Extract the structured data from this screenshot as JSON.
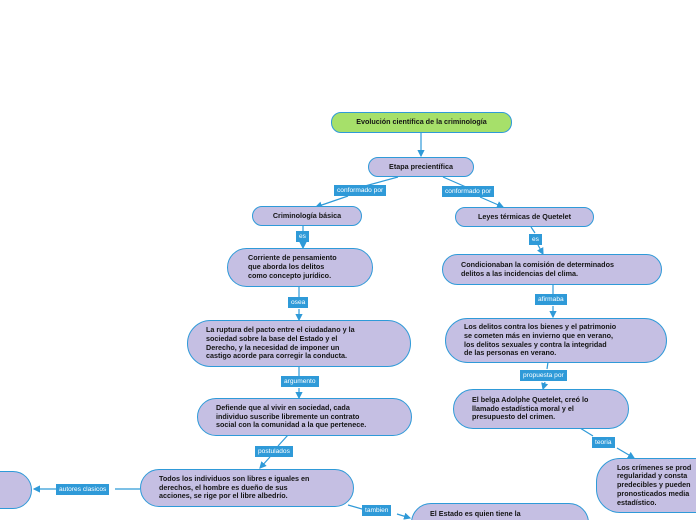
{
  "diagram": {
    "root": "Evolución científica de la criminología",
    "etapa": "Etapa precientífica",
    "criminologia_basica": "Criminología básica",
    "leyes_termicas": "Leyes térmicas de Quetelet",
    "corriente": "Corriente de pensamiento\nque aborda los delitos\ncomo concepto jurídico.",
    "ruptura": "La ruptura del pacto entre el ciudadano y la\nsociedad sobre la base del Estado y el\nDerecho, y la necesidad de imponer un\ncastigo acorde para corregir la conducta.",
    "defiende": "Defiende que al vivir en sociedad, cada\nindividuo suscribe libremente un contrato\nsocial con la comunidad a la que pertenece.",
    "todos": "Todos los individuos son libres e iguales en\nderechos, el hombre es dueño de sus\nacciones, se rige por el libre albedrío.",
    "estado": "El Estado es quien tiene la",
    "condicionaban": "Condicionaban la comisión de determinados\ndelitos a las incidencias del clima.",
    "delitos": "Los delitos contra los bienes y el patrimonio\nse cometen más en invierno que en verano,\nlos delitos sexuales y contra la integridad\nde las personas en verano.",
    "belga": "El belga Adolphe Quetelet, creó lo\nllamado estadística moral y el\npresupuesto del crimen.",
    "crimenes": "Los crímenes se prod\nregularidad y consta\npredecibles y pueden\npronosticados media\nestadístico."
  },
  "labels": {
    "conformado1": "conformado por",
    "conformado2": "conformado por",
    "es1": "es",
    "es2": "es",
    "osea": "osea",
    "argumento": "argumento",
    "postulados": "postulados",
    "autores": "autores clasicos",
    "tambien": "tambien",
    "afirmaba": "afirmaba",
    "propuesta": "propuesta por",
    "teoria": "teoria"
  },
  "colors": {
    "node_fill": "#c5bfe3",
    "root_fill": "#a6e06a",
    "border": "#2f9ad8",
    "label_fill": "#2f9ad8"
  }
}
